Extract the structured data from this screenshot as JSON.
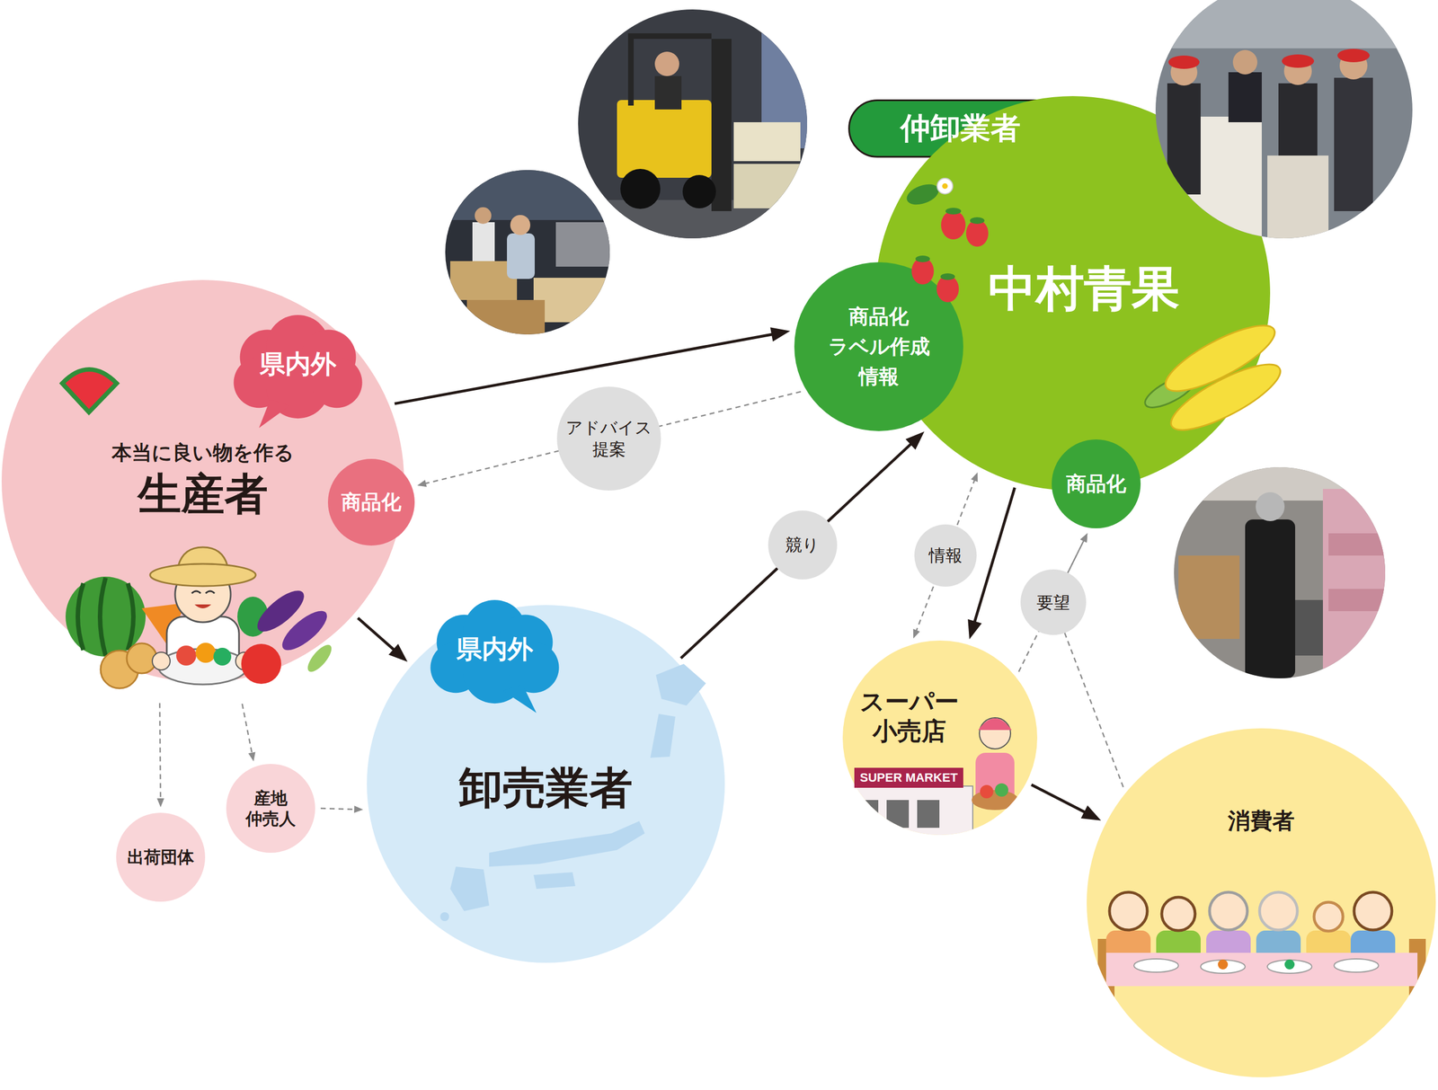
{
  "diagram": {
    "nodes": [
      {
        "text": [
          "本当に良い物を作る",
          "生産者"
        ]
      },
      {
        "text": [
          "県内外"
        ],
        "in": 0
      },
      {
        "text": [
          "商品化"
        ],
        "in": 0
      },
      {
        "text": [
          "出荷団体"
        ]
      },
      {
        "text": [
          "産地 仲売人"
        ]
      },
      {
        "text": [
          "卸売業者"
        ]
      },
      {
        "text": [
          "県内外"
        ],
        "in": 5
      },
      {
        "text": [
          "仲卸業者"
        ]
      },
      {
        "text": [
          "中村青果"
        ]
      },
      {
        "text": [
          "商品化 ラベル作成 情報"
        ],
        "in": 8
      },
      {
        "text": [
          "商品化"
        ],
        "in": 8
      },
      {
        "text": [
          "スーパー 小売店"
        ]
      },
      {
        "text": [
          "消費者"
        ]
      }
    ],
    "edges": [
      {
        "from": 0,
        "to": 9,
        "arrow": "to"
      },
      {
        "from": 9,
        "to": 2,
        "label": "アドバイス 提案",
        "arrow": "to"
      },
      {
        "from": 0,
        "to": 5,
        "arrow": "to"
      },
      {
        "from": 5,
        "to": 8,
        "label": "競り",
        "arrow": "to"
      },
      {
        "from": 0,
        "to": 3,
        "arrow": "to"
      },
      {
        "from": 0,
        "to": 4,
        "arrow": "to"
      },
      {
        "from": 4,
        "to": 5,
        "arrow": "to"
      },
      {
        "from": 8,
        "to": 11,
        "arrow": "to"
      },
      {
        "from": 11,
        "to": 8,
        "label": "情報",
        "arrow": "both"
      },
      {
        "from": 11,
        "to": 10,
        "label": "要望",
        "arrow": "to"
      },
      {
        "from": 12,
        "to": 10,
        "arrow": "to"
      },
      {
        "from": 11,
        "to": 12,
        "arrow": "to"
      }
    ],
    "labels": [
      "SUPER MARKET"
    ]
  }
}
